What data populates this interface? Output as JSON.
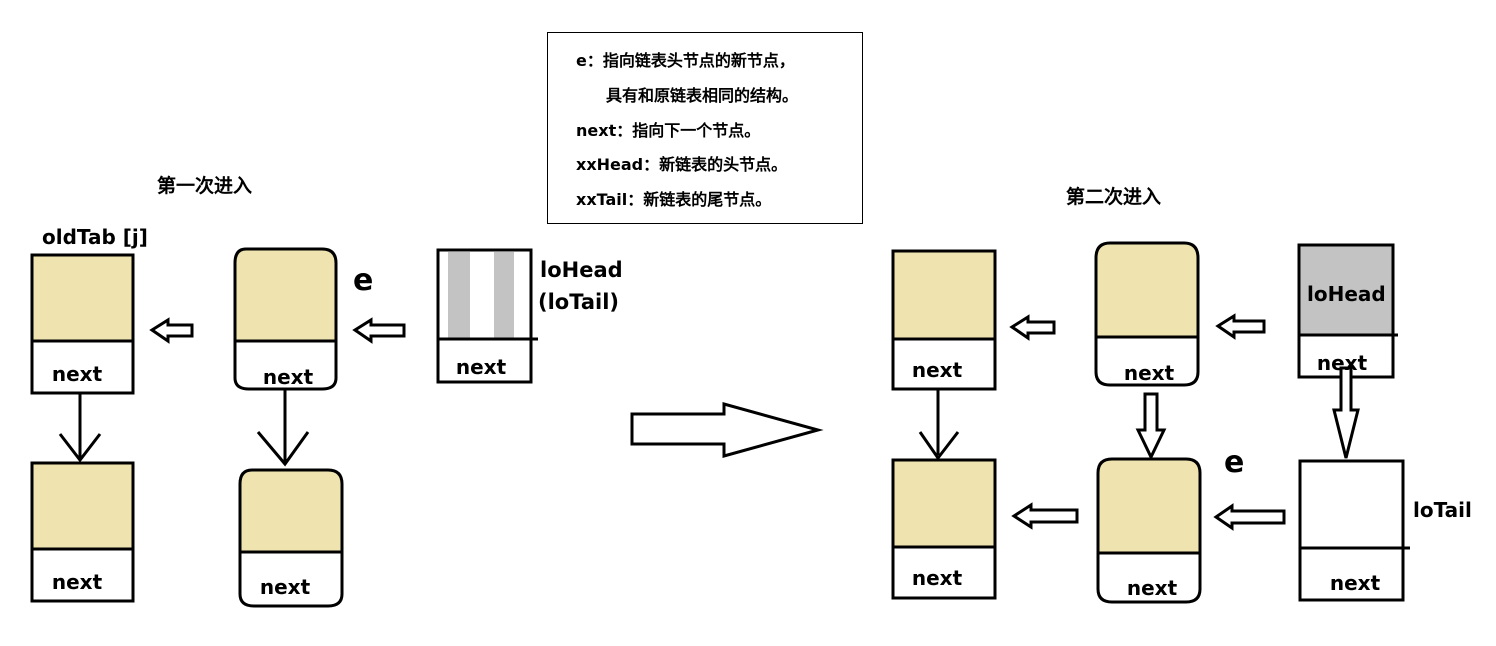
{
  "legend": {
    "lines": [
      "e：指向链表头节点的新节点，",
      "具有和原链表相同的结构。",
      "next：指向下一个节点。",
      "xxHead：新链表的头节点。",
      "xxTail：新链表的尾节点。"
    ]
  },
  "left": {
    "title": "第一次进入",
    "old_tab_label": "oldTab [j]",
    "e_label": "e",
    "lohead_label": "loHead",
    "lotail_label": "(loTail)",
    "next_label": "next"
  },
  "right": {
    "title": "第二次进入",
    "lohead_label": "loHead",
    "lotail_label": "loTail",
    "e_label": "e",
    "next_label": "next"
  },
  "colors": {
    "node_fill": "#efe4b0",
    "head_fill": "#c3c3c3",
    "stroke": "#000000",
    "background": "#ffffff"
  }
}
